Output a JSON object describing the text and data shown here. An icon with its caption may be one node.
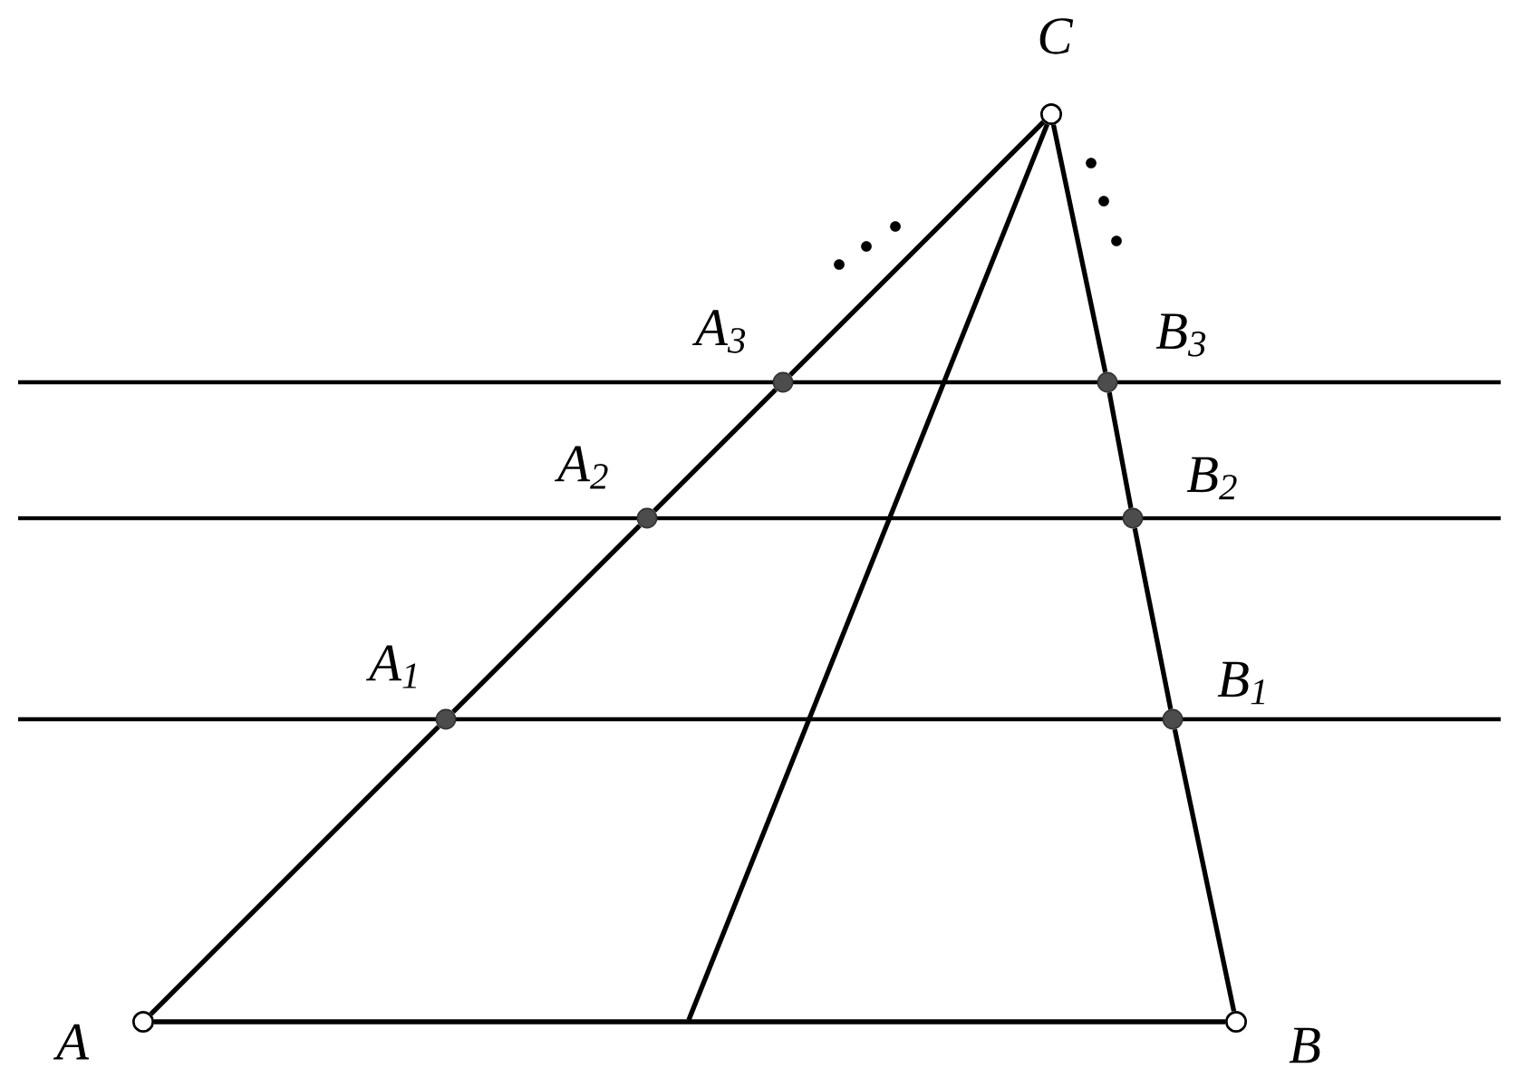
{
  "diagram": {
    "nodes": [
      {
        "text": [
          "A"
        ]
      },
      {
        "text": [
          "B"
        ]
      },
      {
        "text": [
          "C"
        ]
      },
      {
        "text": [
          "A$_{1}$"
        ]
      },
      {
        "text": [
          "A$_{2}$"
        ]
      },
      {
        "text": [
          "A$_{3}$"
        ]
      },
      {
        "text": [
          "B$_{1}$"
        ]
      },
      {
        "text": [
          "B$_{2}$"
        ]
      },
      {
        "text": [
          "B$_{3}$"
        ]
      }
    ],
    "edges": [
      {
        "from": 0,
        "to": 3,
        "arrow": "none"
      },
      {
        "from": 3,
        "to": 4,
        "arrow": "none"
      },
      {
        "from": 4,
        "to": 5,
        "arrow": "none"
      },
      {
        "from": 5,
        "to": 2,
        "arrow": "none"
      },
      {
        "from": 2,
        "to": 8,
        "arrow": "none"
      },
      {
        "from": 8,
        "to": 7,
        "arrow": "none"
      },
      {
        "from": 7,
        "to": 6,
        "arrow": "none"
      },
      {
        "from": 6,
        "to": 1,
        "arrow": "none"
      },
      {
        "from": 0,
        "to": 1,
        "arrow": "none"
      },
      {
        "from": 2,
        "to": null,
        "arrow": "none"
      }
    ]
  }
}
